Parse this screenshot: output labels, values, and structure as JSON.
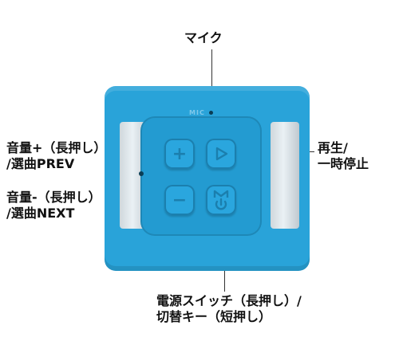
{
  "labels": {
    "mic": "マイク",
    "mic_print": "MIC",
    "vol_up_line1": "音量+（長押し）",
    "vol_up_line2": "/選曲PREV",
    "vol_down_line1": "音量-（長押し）",
    "vol_down_line2": "/選曲NEXT",
    "play_line1": "再生/",
    "play_line2": "一時停止",
    "power_line1": "電源スイッチ（長押し）/",
    "power_line2": "切替キー（短押し）"
  },
  "buttons": {
    "plus_glyph": "+",
    "minus_glyph": "−",
    "mode_glyph": "M"
  },
  "icons": {
    "play": "play-icon",
    "plus": "plus-icon",
    "minus": "minus-icon",
    "mode": "mode-icon"
  },
  "colors": {
    "speaker": "#29a3d9",
    "button_outline": "#1b7fae",
    "strap": "#e6e8ea"
  }
}
